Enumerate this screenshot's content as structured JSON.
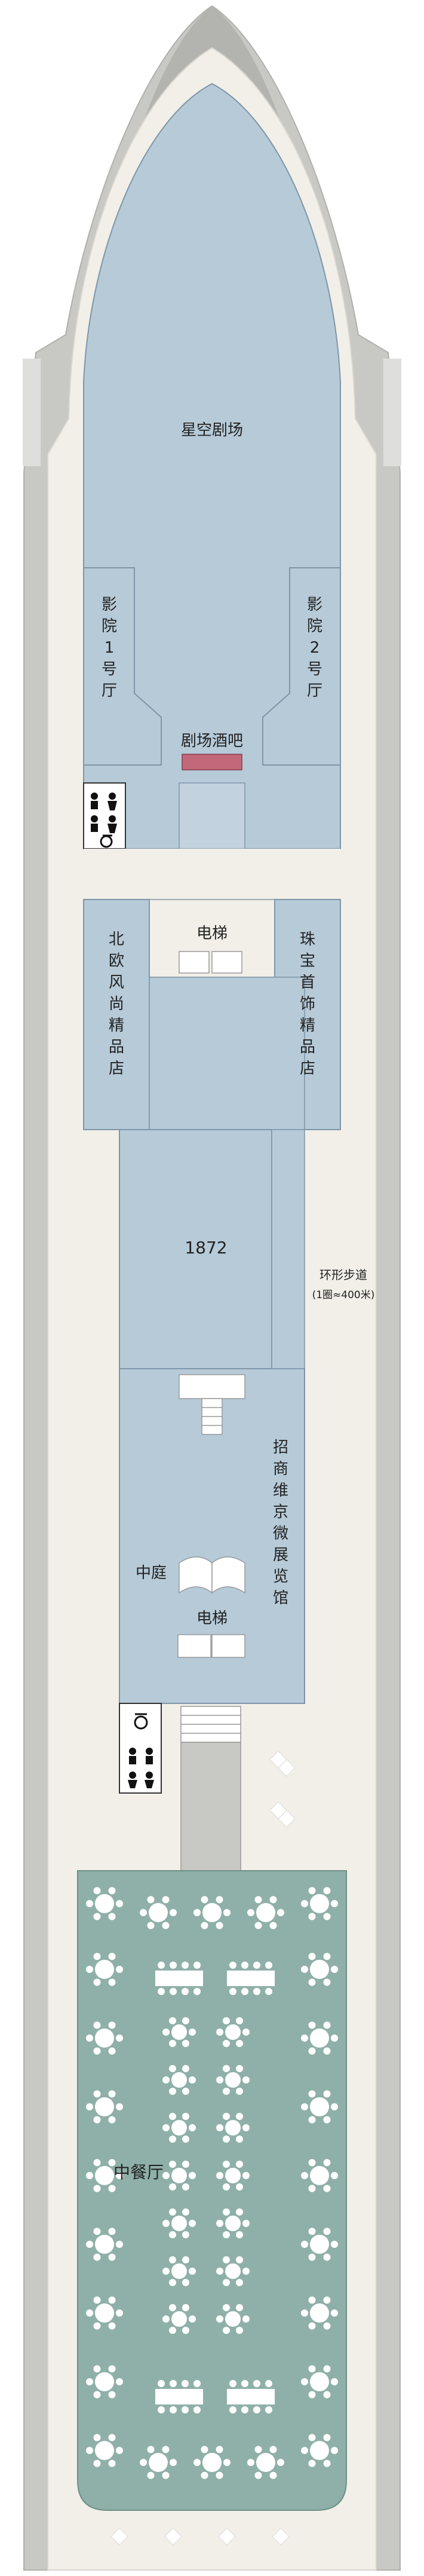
{
  "deck": {
    "labels": {
      "star_theater": "星空剧场",
      "cinema1": [
        "影",
        "院",
        "1",
        "号",
        "厅"
      ],
      "cinema2": [
        "影",
        "院",
        "2",
        "号",
        "厅"
      ],
      "theater_bar": "剧场酒吧",
      "elevator_upper": "电梯",
      "nordic_shop": [
        "北",
        "欧",
        "风",
        "尚",
        "精",
        "品",
        "店"
      ],
      "jewelry_shop": [
        "珠",
        "宝",
        "首",
        "饰",
        "精",
        "品",
        "店"
      ],
      "bar_1872": "1872",
      "walkway": "环形步道",
      "walkway_note": "(1圈≈400米)",
      "atrium": "中庭",
      "elevator_lower": "电梯",
      "merchants_gallery": [
        "招",
        "商",
        "维",
        "京",
        "微",
        "展",
        "览",
        "馆"
      ],
      "dining": "中餐厅"
    },
    "colors": {
      "hull": "#c8c8c4",
      "hull_dark": "#a9a9a6",
      "promenade": "#f1efe8",
      "room_blue": "#b6cad8",
      "room_stroke": "#7f96a8",
      "restaurant": "#8fb0a8",
      "bar_accent": "#c3687a"
    },
    "icons": [
      "wheelchair-icon",
      "restroom-icon",
      "elevator-icon",
      "stairs-icon",
      "dining-table-icon"
    ]
  }
}
